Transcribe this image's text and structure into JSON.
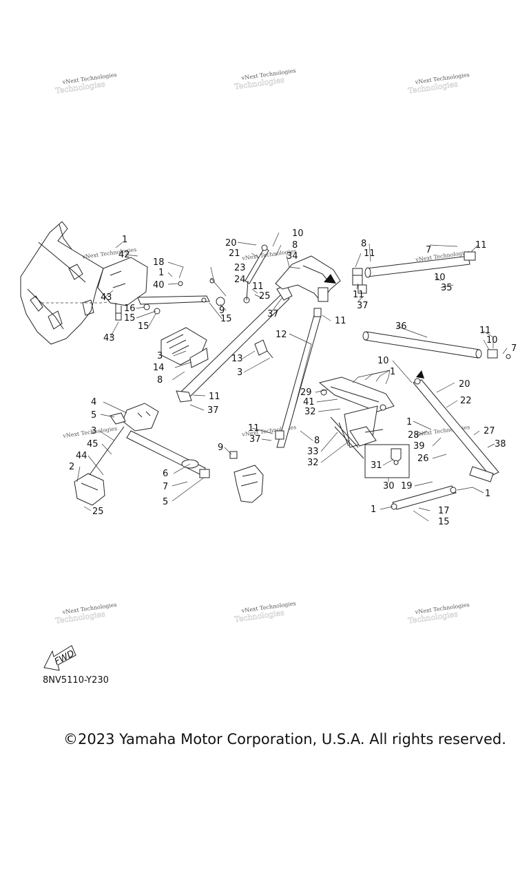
{
  "watermark": {
    "line1": "vNext Technologies",
    "line2": "Technologies"
  },
  "fwd_label": "FWD",
  "diagram_code": "8NV5110-Y230",
  "copyright": "©2023 Yamaha Motor Corporation, U.S.A. All rights reserved.",
  "callouts": {
    "c1a": "1",
    "c42": "42",
    "c43a": "43",
    "c16": "16",
    "c15a": "15",
    "c15b": "15",
    "c43b": "43",
    "c18": "18",
    "c1b": "1",
    "c40": "40",
    "c23": "23",
    "c24": "24",
    "c9a": "9",
    "c15c": "15",
    "c20a": "20",
    "c21": "21",
    "c10a": "10",
    "c8a": "8",
    "c34": "34",
    "c25a": "25",
    "c11a": "11",
    "c37a": "37",
    "c11b": "11",
    "c12": "12",
    "c8b": "8",
    "c11c": "11",
    "c11d": "11",
    "c37b": "37",
    "c7a": "7",
    "c11e": "11",
    "c10b": "10",
    "c35": "35",
    "c36": "36",
    "c11f": "11",
    "c10c": "10",
    "c7b": "7",
    "c3a": "3",
    "c14": "14",
    "c8c": "8",
    "c13": "13",
    "c3b": "3",
    "c11g": "11",
    "c37c": "37",
    "c10d": "10",
    "c1c": "1",
    "c20b": "20",
    "c22": "22",
    "c29": "29",
    "c41": "41",
    "c32a": "32",
    "c1d": "1",
    "c27": "27",
    "c28": "28",
    "c39": "39",
    "c38": "38",
    "c26": "26",
    "c4": "4",
    "c5a": "5",
    "c3c": "3",
    "c45": "45",
    "c44": "44",
    "c2": "2",
    "c6": "6",
    "c7c": "7",
    "c5b": "5",
    "c25b": "25",
    "c11h": "11",
    "c37d": "37",
    "c8d": "8",
    "c9b": "9",
    "c33": "33",
    "c32b": "32",
    "c31": "31",
    "c30": "30",
    "c19": "19",
    "c1e": "1",
    "c1f": "1",
    "c17": "17",
    "c15d": "15"
  }
}
